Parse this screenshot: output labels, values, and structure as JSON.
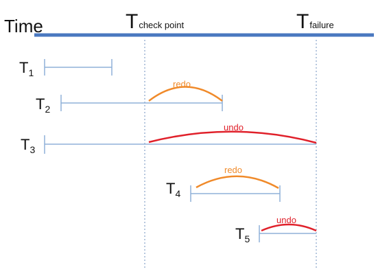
{
  "header": {
    "time_label": "Time",
    "checkpoint_label_main": "T",
    "checkpoint_label_sub": "check point",
    "failure_label_main": "T",
    "failure_label_sub": "failure"
  },
  "colors": {
    "timeline": "#4a78c0",
    "transaction": "#8fb0d8",
    "guide": "#8fa9cc",
    "redo": "#f08a2a",
    "undo": "#e0202a",
    "text": "#111111"
  },
  "transactions": [
    {
      "main": "T",
      "sub": "1"
    },
    {
      "main": "T",
      "sub": "2",
      "action": "redo"
    },
    {
      "main": "T",
      "sub": "3",
      "action": "undo"
    },
    {
      "main": "T",
      "sub": "4",
      "action": "redo"
    },
    {
      "main": "T",
      "sub": "5",
      "action": "undo"
    }
  ]
}
